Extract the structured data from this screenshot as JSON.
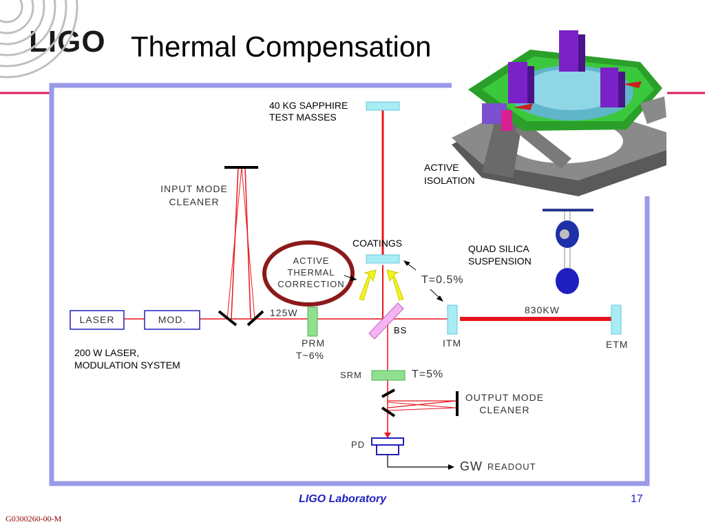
{
  "slide": {
    "title": "Thermal Compensation",
    "logo": "LIGO",
    "footer_lab": "LIGO Laboratory",
    "page_number": "17",
    "doc_id": "G0300260-00-M"
  },
  "diagram": {
    "test_masses": [
      "40 KG SAPPHIRE",
      "TEST MASSES"
    ],
    "input_mode_cleaner": [
      "INPUT  MODE",
      "CLEANER"
    ],
    "active_isolation": [
      "ACTIVE",
      "ISOLATION"
    ],
    "coatings": "COATINGS",
    "quad_suspension": [
      "QUAD SILICA",
      "SUSPENSION"
    ],
    "active_thermal_correction": [
      "ACTIVE",
      "THERMAL",
      "CORRECTION"
    ],
    "transmission_itm": "T=0.5%",
    "laser": "LASER",
    "mod": "MOD.",
    "power_125": "125W",
    "power_830": "830KW",
    "bs": "BS",
    "prm": "PRM",
    "prm_t": "T~6%",
    "itm": "ITM",
    "etm": "ETM",
    "laser_system": [
      "200 W LASER,",
      "MODULATION SYSTEM"
    ],
    "srm": "SRM",
    "srm_t": "T=5%",
    "output_mode_cleaner": [
      "OUTPUT  MODE",
      "CLEANER"
    ],
    "pd": "PD",
    "gw": "GW",
    "readout": "READOUT"
  },
  "colors": {
    "beam": "#e8141c",
    "frame": "#9a9ae8",
    "optic_fill": "#a8ecf4",
    "green_optic": "#8fe08f",
    "bs_fill": "#f4b4f4",
    "circle": "#8b1a1a",
    "arrows": "#f4f41c"
  }
}
